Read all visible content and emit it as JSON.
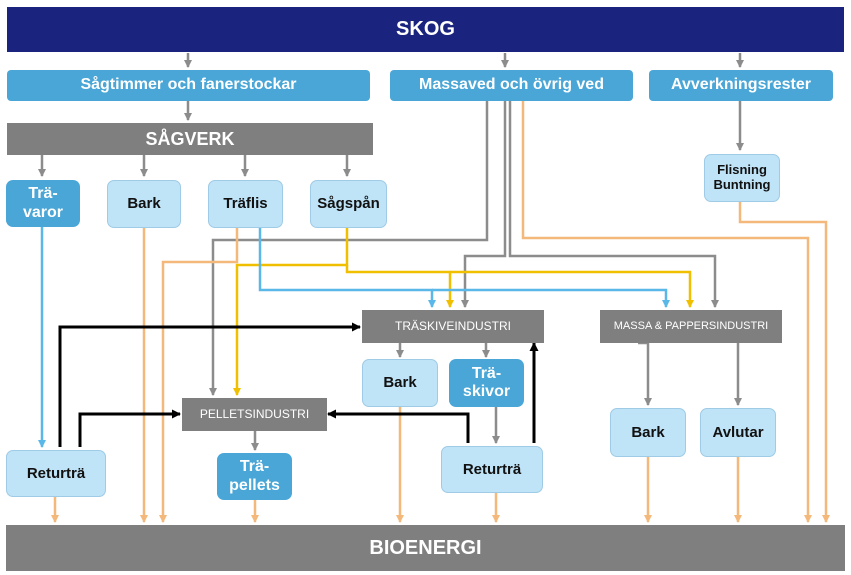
{
  "nodes": {
    "skog": "SKOG",
    "sagtimmer": "Sågtimmer och fanerstockar",
    "massaved": "Massaved och övrig ved",
    "avverkningsrester": "Avverkningsrester",
    "sagverk": "SÅGVERK",
    "travaror": "Trä-\nvaror",
    "bark1": "Bark",
    "traflis": "Träflis",
    "sagspan": "Sågspån",
    "flisning": "Flisning\nBuntning",
    "traskiveindustri": "TRÄSKIVEINDUSTRI",
    "massa_pappersindustri": "MASSA & PAPPERSINDUSTRI",
    "pelletsindustri": "PELLETSINDUSTRI",
    "bark2": "Bark",
    "traskivor": "Trä-\nskivor",
    "bark3": "Bark",
    "avlutar": "Avlutar",
    "returtra1": "Returträ",
    "trapellets": "Trä-\npellets",
    "returtra2": "Returträ",
    "bioenergi": "BIOENERGI"
  },
  "colors": {
    "navy": "#1a237e",
    "blue": "#4aa6d6",
    "light_blue": "#bfe3f7",
    "gray": "#7f7f7f",
    "orange": "#f4b97a",
    "yellow": "#f0c000",
    "cyan": "#5ab8e8",
    "black": "#000000"
  }
}
